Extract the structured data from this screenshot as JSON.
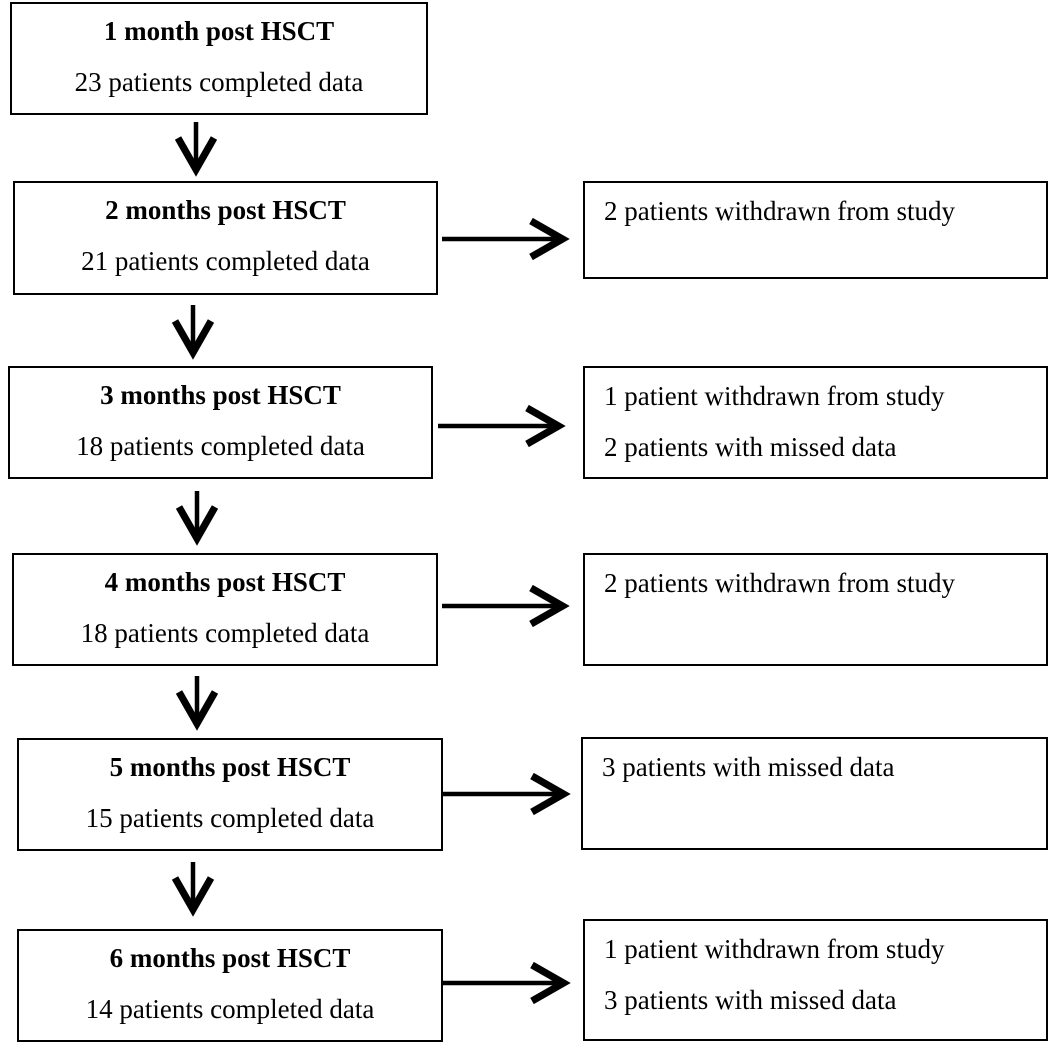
{
  "stages": [
    {
      "title": "1 month post HSCT",
      "count_text": "23 patients completed data"
    },
    {
      "title": "2 months post HSCT",
      "count_text": "21 patients completed data"
    },
    {
      "title": "3 months post HSCT",
      "count_text": "18 patients completed data"
    },
    {
      "title": "4 months post HSCT",
      "count_text": "18 patients completed data"
    },
    {
      "title": "5 months post HSCT",
      "count_text": "15 patients completed data"
    },
    {
      "title": "6 months post HSCT",
      "count_text": "14 patients completed data"
    }
  ],
  "outcomes": [
    {
      "lines": [
        "2 patients withdrawn from study"
      ]
    },
    {
      "lines": [
        "1 patient withdrawn from study",
        "2 patients with missed data"
      ]
    },
    {
      "lines": [
        "2 patients withdrawn from study"
      ]
    },
    {
      "lines": [
        "3 patients with missed data"
      ]
    },
    {
      "lines": [
        "1 patient withdrawn from study",
        "3 patients with missed data"
      ]
    }
  ],
  "colors": {
    "stroke": "#000000",
    "background": "#ffffff"
  }
}
